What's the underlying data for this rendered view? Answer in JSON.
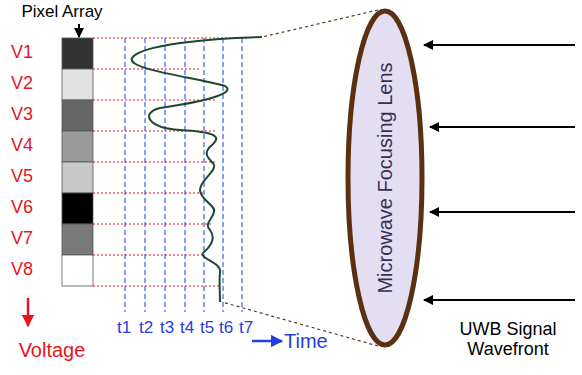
{
  "diagram": {
    "nodes": [
      {
        "text": [
          "Microwave Focusing Lens"
        ]
      }
    ],
    "labels": [
      "Pixel Array",
      "V1",
      "V2",
      "V3",
      "V4",
      "V5",
      "V6",
      "V7",
      "V8",
      "Voltage",
      "t1",
      "t2",
      "t3",
      "t4",
      "t5",
      "t6",
      "t7",
      "Time",
      "UWB Signal Wavefront"
    ]
  }
}
